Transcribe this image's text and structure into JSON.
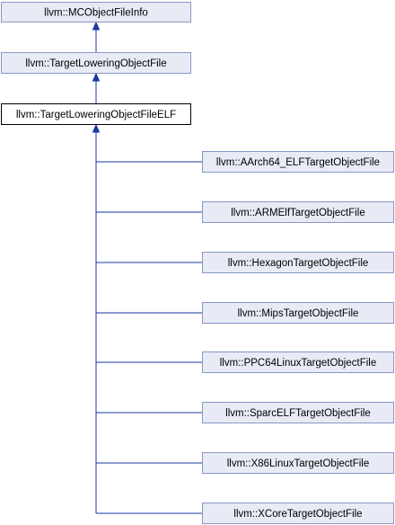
{
  "diagram": {
    "nodes": {
      "mcobjectfileinfo": "llvm::MCObjectFileInfo",
      "targetloweringobjectfile": "llvm::TargetLoweringObjectFile",
      "targetloweringobjectfileelf": "llvm::TargetLoweringObjectFileELF",
      "aarch64": "llvm::AArch64_ELFTargetObjectFile",
      "armelf": "llvm::ARMElfTargetObjectFile",
      "hexagon": "llvm::HexagonTargetObjectFile",
      "mips": "llvm::MipsTargetObjectFile",
      "ppc64linux": "llvm::PPC64LinuxTargetObjectFile",
      "sparcelf": "llvm::SparcELFTargetObjectFile",
      "x86linux": "llvm::X86LinuxTargetObjectFile",
      "xcore": "llvm::XCoreTargetObjectFile"
    },
    "colors": {
      "node_fill": "#e8ebf5",
      "node_border": "#8797c6",
      "current_fill": "#ffffff",
      "current_border": "#000000",
      "edge": "#1a3aa0"
    }
  }
}
